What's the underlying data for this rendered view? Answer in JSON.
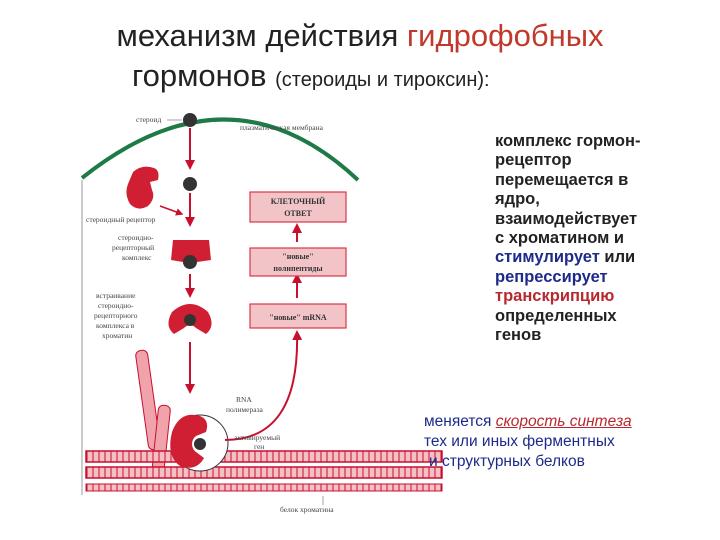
{
  "title": {
    "line1_prefix": "механизм действия ",
    "line1_accent": "гидрофобных",
    "line2_main": "гормонов",
    "line2_paren": "(стероиды и тироксин):"
  },
  "diagram": {
    "labels": {
      "steroid": "стероид",
      "plasma_membrane": "плазматическая мембрана",
      "steroid_receptor": "стероидный рецептор",
      "complex_1": "стероидно-",
      "complex_2": "рецепторный",
      "complex_3": "комплекс",
      "embed_1": "встраивание",
      "embed_2": "стероидно-",
      "embed_3": "рецепторного",
      "embed_4": "комплекса в",
      "embed_5": "хроматин",
      "rna_1": "RNA",
      "rna_2": "полимераза",
      "active_gene_1": "активируемый",
      "active_gene_2": "ген",
      "chromatin_protein": "белок хроматина"
    },
    "boxes": {
      "cell_response_1": "КЛЕТОЧНЫЙ",
      "cell_response_2": "ОТВЕТ",
      "new_1": "\"новые\"",
      "new_2": "полипептиды",
      "mrna": "\"новые\" mRNA"
    }
  },
  "right_text": {
    "l1": "комплекс гормон-",
    "l2": "рецептор",
    "l3": "перемещается в",
    "l4": "ядро,",
    "l5": "взаимодействует",
    "l6": "с хроматином и",
    "l7a": "стимулирует",
    "l7b": " или",
    "l8": "репрессирует",
    "l9": "транскрипцию",
    "l10": "определенных",
    "l11": "генов"
  },
  "bottom_text": {
    "l1a": "меняется ",
    "l1b": "скорость синтеза",
    "l2": "тех или иных ферментных",
    "l3": "и структурных белков"
  },
  "colors": {
    "receptor_red": "#d01f32",
    "membrane_green": "#1e7b47",
    "arrow_red": "#c8102e",
    "box_fill": "#f2c4c8",
    "dna_pink": "#e89aa2"
  }
}
